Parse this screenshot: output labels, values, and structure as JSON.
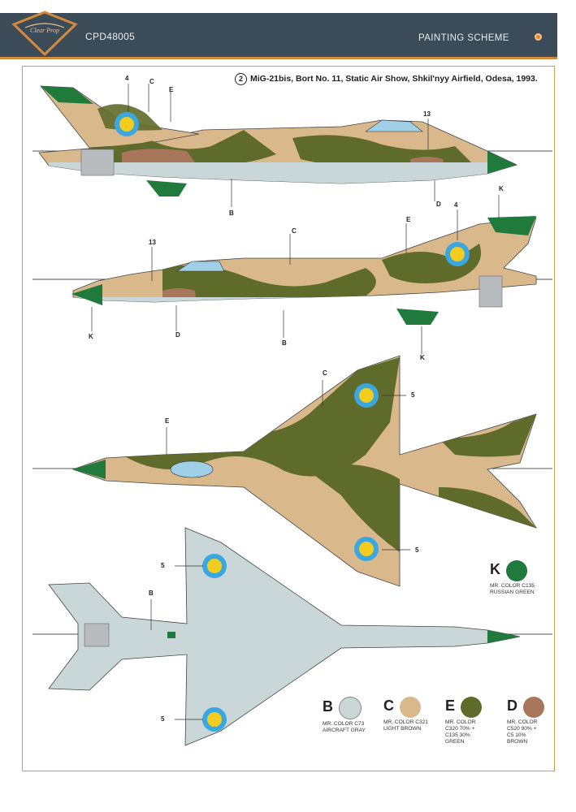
{
  "header": {
    "product_code": "CPD48005",
    "section_title": "PAINTING SCHEME",
    "accent_color": "#d48a3a",
    "bar_color": "#3c4b58",
    "logo_text": "Clear Prop"
  },
  "caption": {
    "number": "2",
    "text": "MiG-21bis, Bort No. 11, Static Air Show, Shkil'nyy Airfield, Odesa, 1993."
  },
  "views": {
    "left_side": {
      "labels": [
        "4",
        "C",
        "E",
        "13",
        "B",
        "D"
      ]
    },
    "right_side": {
      "labels": [
        "K",
        "C",
        "E",
        "4",
        "13",
        "K",
        "D",
        "B",
        "K"
      ]
    },
    "top": {
      "labels": [
        "C",
        "E",
        "5",
        "5"
      ]
    },
    "bottom": {
      "labels": [
        "5",
        "B",
        "5"
      ]
    }
  },
  "colors": {
    "B": {
      "letter": "B",
      "desc_1": "MR. COLOR C73",
      "desc_2": "AIRCRAFT GRAY",
      "desc_3": "",
      "desc_4": "",
      "hex": "#c9d7d9"
    },
    "C": {
      "letter": "C",
      "desc_1": "MR. COLOR C321",
      "desc_2": "LIGHT BROWN",
      "desc_3": "",
      "desc_4": "",
      "hex": "#d9b98c"
    },
    "E": {
      "letter": "E",
      "desc_1": "MR. COLOR",
      "desc_2": "C320 70% +",
      "desc_3": "C135 30%",
      "desc_4": "GREEN",
      "hex": "#5f6b2a"
    },
    "D": {
      "letter": "D",
      "desc_1": "MR. COLOR",
      "desc_2": "C520 90% +",
      "desc_3": "C5 10%",
      "desc_4": "BROWN",
      "hex": "#a8765a"
    },
    "K": {
      "letter": "K",
      "desc_1": "MR. COLOR C135",
      "desc_2": "RUSSIAN GREEN",
      "hex": "#1f7a3c"
    }
  },
  "roundel": {
    "outer": "#3aa7e0",
    "inner": "#f2cc1f"
  }
}
